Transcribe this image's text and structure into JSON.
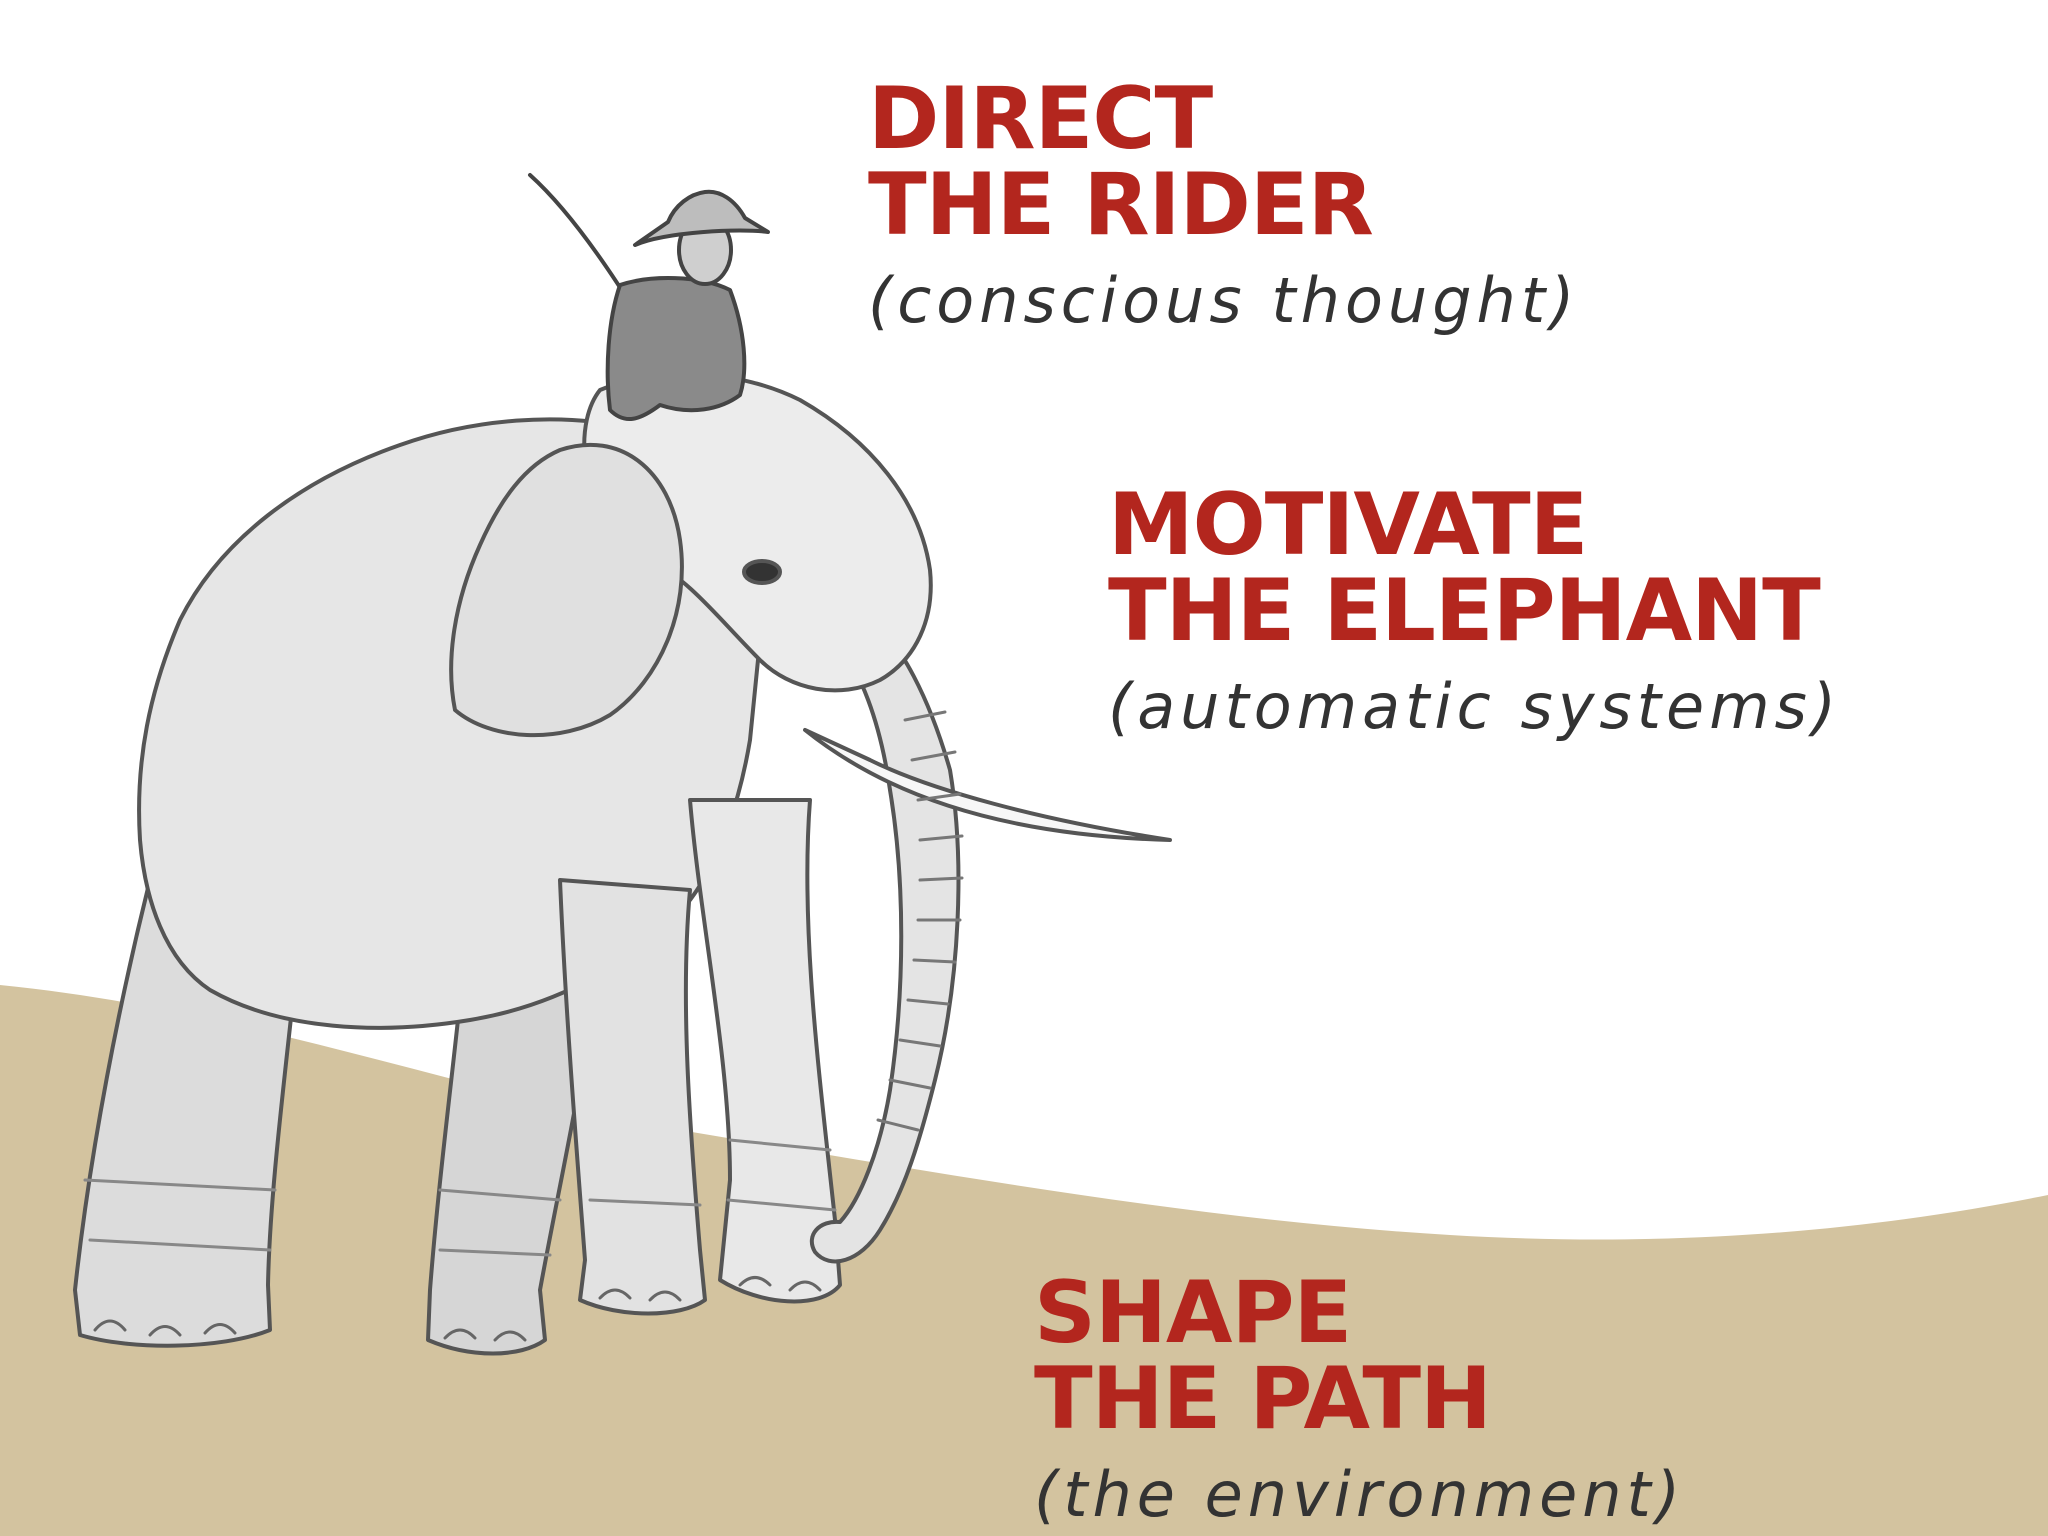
{
  "rider": {
    "heading_line1": "DIRECT",
    "heading_line2": "THE RIDER",
    "subtitle": "(conscious thought)"
  },
  "elephant": {
    "heading_line1": "MOTIVATE",
    "heading_line2": "THE ELEPHANT",
    "subtitle": "(automatic systems)"
  },
  "path": {
    "heading_line1": "SHAPE",
    "heading_line2": "THE PATH",
    "subtitle": "(the environment)"
  },
  "colors": {
    "heading": "#b3261e",
    "subtitle": "#333333",
    "ground": "#d3c39f",
    "elephant_fill": "#e6e6e6",
    "outline": "#555555"
  }
}
